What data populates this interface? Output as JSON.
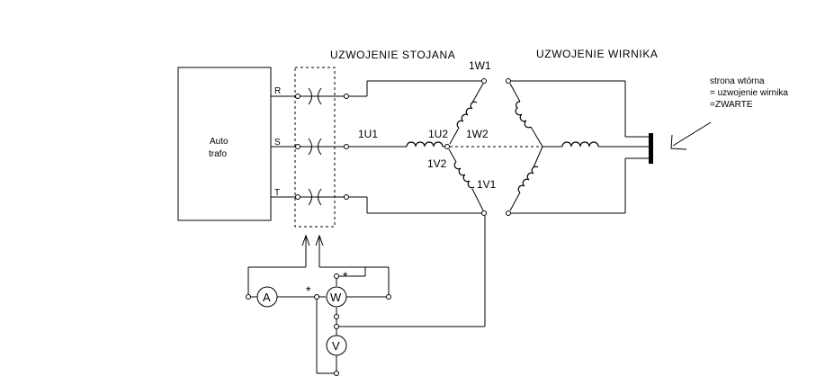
{
  "headers": {
    "stator": "UZWOJENIE STOJANA",
    "rotor": "UZWOJENIE WIRNIKA"
  },
  "autotrafo": {
    "line1": "Auto",
    "line2": "trafo"
  },
  "phases": {
    "r": "R",
    "s": "S",
    "t": "T"
  },
  "terminals": {
    "u1": "1U1",
    "u2": "1U2",
    "w1": "1W1",
    "w2": "1W2",
    "v1": "1V1",
    "v2": "1V2"
  },
  "meters": {
    "ammeter": "A",
    "wattmeter": "W",
    "voltmeter": "V",
    "polarity_mark": "*"
  },
  "note": {
    "line1": "strona wtórna",
    "line2": "= uzwojenie wirnika",
    "line3": "=ZWARTE"
  }
}
